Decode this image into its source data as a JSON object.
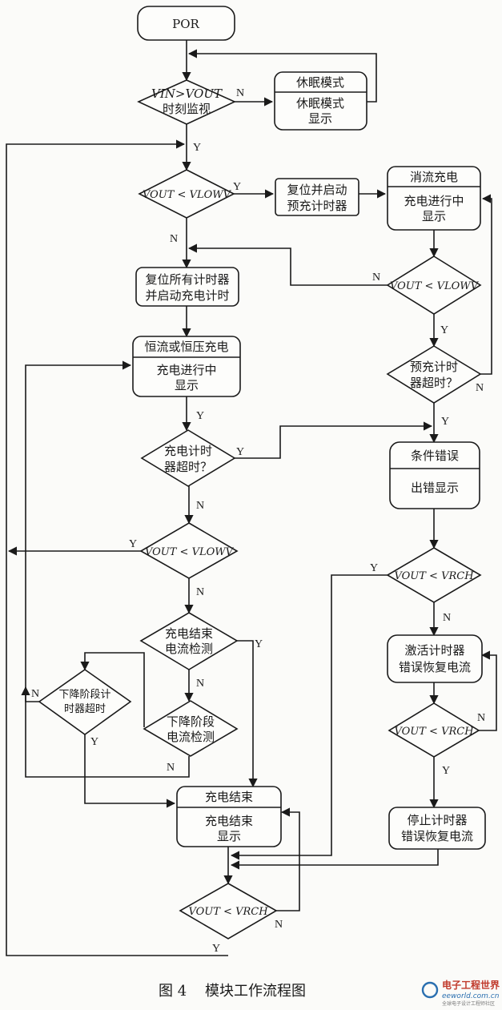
{
  "nodes": {
    "por": "POR",
    "vin_check": [
      "VIN>VOUT",
      "时刻监视"
    ],
    "sleep": [
      "休眠模式",
      "休眠模式",
      "显示"
    ],
    "vout_low1": "VOUT < VLOWV",
    "reset_pre": [
      "复位并启动",
      "预充计时器"
    ],
    "trickle": [
      "消流充电",
      "充电进行中",
      "显示"
    ],
    "vout_low2": "VOUT < VLOWV",
    "reset_all": [
      "复位所有计时器",
      "并启动充电计时"
    ],
    "cc_cv": [
      "恒流或恒压充电",
      "充电进行中",
      "显示"
    ],
    "pre_timeout": [
      "预充计时",
      "器超时？"
    ],
    "chg_timeout": [
      "充电计时",
      "器超时？"
    ],
    "cond_error": [
      "条件错误",
      "出错显示"
    ],
    "vout_low3": "VOUT < VLOWV",
    "vout_rch1": "VOUT < VRCH",
    "term_detect": [
      "充电结束",
      "电流检测"
    ],
    "activate": [
      "激活计时器",
      "错误恢复电流"
    ],
    "fall_timeout": [
      "下降阶段计",
      "时器超时"
    ],
    "fall_detect": [
      "下降阶段",
      "电流检测"
    ],
    "vout_rch2": "VOUT < VRCH",
    "stop_timer": [
      "停止计时器",
      "错误恢复电流"
    ],
    "chg_done": [
      "充电结束",
      "充电结束",
      "显示"
    ],
    "vout_rch3": "VOUT < VRCH"
  },
  "edge_labels": {
    "yes": "Y",
    "no": "N"
  },
  "caption": "图 4    模块工作流程图",
  "logo": {
    "line1": "电子工程世界",
    "line2": "eeworld.com.cn",
    "line3": "全球电子设计工程师社区"
  },
  "colors": {
    "line": "#1a1a1a",
    "logo_red": "#c0392b",
    "logo_blue": "#2a6fb0"
  }
}
